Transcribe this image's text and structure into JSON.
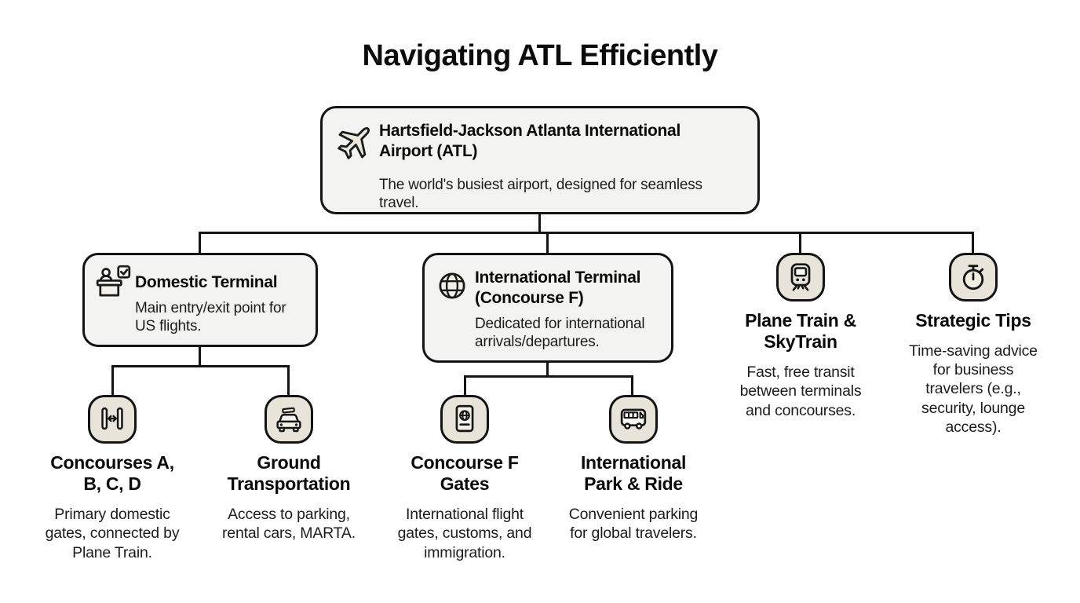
{
  "page_title": "Navigating ATL Efficiently",
  "colors": {
    "background": "#ffffff",
    "box_fill": "#f3f3f1",
    "icon_badge_fill": "#e9e4da",
    "line_and_border": "#141414",
    "text": "#111111"
  },
  "icons": {
    "root": "airplane-icon",
    "domestic": "check-in-desk-icon",
    "international": "globe-icon",
    "plane_train": "train-icon",
    "strategic_tips": "stopwatch-icon",
    "concourses": "gates-arrow-icon",
    "ground": "car-icon",
    "concourse_f": "passport-icon",
    "park_ride": "bus-icon"
  },
  "nodes": {
    "root": {
      "title": "Hartsfield-Jackson Atlanta International\nAirport (ATL)",
      "description": "The world's busiest airport, designed for seamless\ntravel."
    },
    "domestic": {
      "title": "Domestic Terminal",
      "description": "Main entry/exit point for\nUS flights."
    },
    "international": {
      "title": "International Terminal\n(Concourse F)",
      "description": "Dedicated for international\narrivals/departures."
    },
    "plane_train": {
      "title": "Plane Train &\nSkyTrain",
      "description": "Fast, free transit\nbetween terminals\nand concourses."
    },
    "strategic_tips": {
      "title": "Strategic Tips",
      "description": "Time-saving advice\nfor business\ntravelers (e.g.,\nsecurity, lounge\naccess)."
    },
    "concourses": {
      "title": "Concourses A,\nB, C, D",
      "description": "Primary domestic\ngates, connected by\nPlane Train."
    },
    "ground": {
      "title": "Ground\nTransportation",
      "description": "Access to parking,\nrental cars, MARTA."
    },
    "concourse_f": {
      "title": "Concourse F\nGates",
      "description": "International flight\ngates, customs, and\nimmigration."
    },
    "park_ride": {
      "title": "International\nPark & Ride",
      "description": "Convenient parking\nfor global travelers."
    }
  }
}
